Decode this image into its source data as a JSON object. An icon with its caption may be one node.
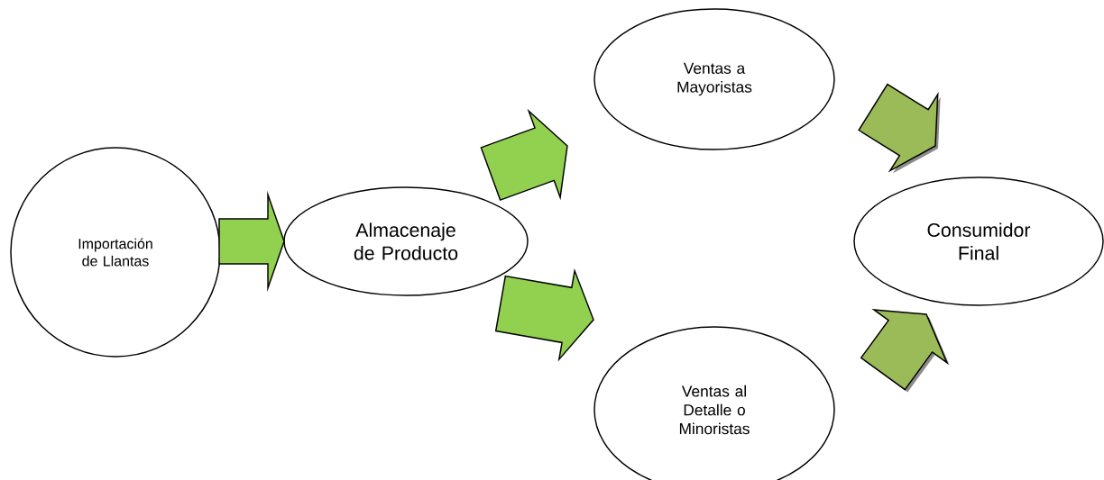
{
  "diagram": {
    "nodes": [
      {
        "text": [
          "Importación de Llantas"
        ]
      },
      {
        "text": [
          "Almacenaje de Producto"
        ]
      },
      {
        "text": [
          "Ventas a Mayoristas"
        ]
      },
      {
        "text": [
          "Ventas al Detalle o Minoristas"
        ]
      },
      {
        "text": [
          "Consumidor Final"
        ]
      }
    ],
    "edges": [
      {
        "from": 0,
        "to": 1,
        "arrow": "to"
      },
      {
        "from": 1,
        "to": 2,
        "arrow": "to"
      },
      {
        "from": 1,
        "to": 3,
        "arrow": "to"
      },
      {
        "from": 2,
        "to": 4,
        "arrow": "to",
        "color": "#9bbb59"
      },
      {
        "from": 3,
        "to": 4,
        "arrow": "to",
        "color": "#9bbb59"
      }
    ]
  }
}
